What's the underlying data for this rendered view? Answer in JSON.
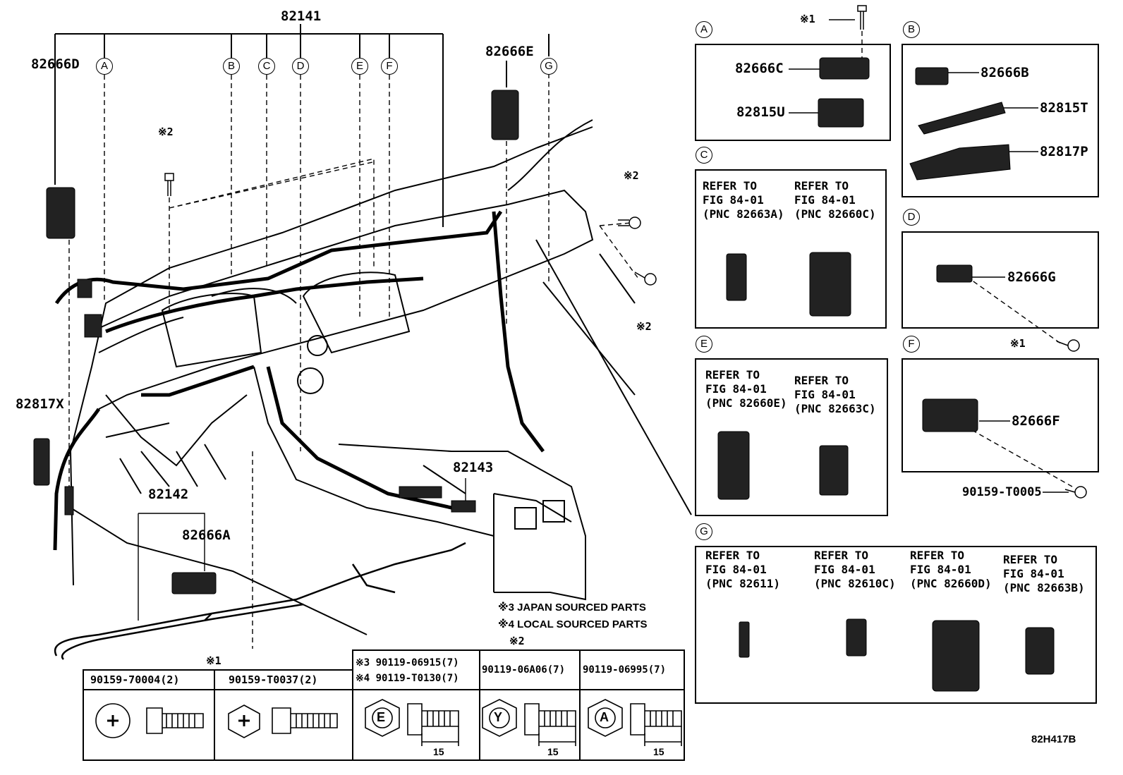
{
  "main_labels": {
    "p82141": "82141",
    "p82666D": "82666D",
    "p82666E": "82666E",
    "p82817X": "82817X",
    "p82142": "82142",
    "p82666A": "82666A",
    "p82143": "82143"
  },
  "callouts": [
    "A",
    "B",
    "C",
    "D",
    "E",
    "F",
    "G"
  ],
  "marks": {
    "m1": "※1",
    "m2": "※2"
  },
  "panel_a": {
    "letter": "A",
    "parts": [
      "82666C",
      "82815U"
    ]
  },
  "panel_b": {
    "letter": "B",
    "parts": [
      "82666B",
      "82815T",
      "82817P"
    ]
  },
  "panel_c": {
    "letter": "C",
    "refs": [
      "REFER TO\nFIG 84-01\n(PNC 82663A)",
      "REFER TO\nFIG 84-01\n(PNC 82660C)"
    ]
  },
  "panel_d": {
    "letter": "D",
    "parts": [
      "82666G"
    ]
  },
  "panel_e": {
    "letter": "E",
    "refs": [
      "REFER TO\nFIG 84-01\n(PNC 82660E)",
      "REFER TO\nFIG 84-01\n(PNC 82663C)"
    ]
  },
  "panel_f": {
    "letter": "F",
    "parts": [
      "82666F",
      "90159-T0005"
    ]
  },
  "panel_g": {
    "letter": "G",
    "refs": [
      "REFER TO\nFIG 84-01\n(PNC 82611)",
      "REFER TO\nFIG 84-01\n(PNC 82610C)",
      "REFER TO\nFIG 84-01\n(PNC 82660D)",
      "REFER TO\nFIG 84-01\n(PNC 82663B)"
    ]
  },
  "notes": {
    "japan": "※3 JAPAN SOURCED PARTS",
    "local": "※4 LOCAL SOURCED PARTS"
  },
  "table1": {
    "mark": "※1",
    "col1": "90159-70004(2)",
    "col2": "90159-T0037(2)"
  },
  "table2": {
    "mark": "※2",
    "col1a": "※3 90119-06915(7)",
    "col1b": "※4 90119-T0130(7)",
    "col2": "90119-06A06(7)",
    "col3": "90119-06995(7)",
    "dim": "15",
    "bolt_letters": [
      "E",
      "Y",
      "A"
    ]
  },
  "figure_code": "82H417B"
}
